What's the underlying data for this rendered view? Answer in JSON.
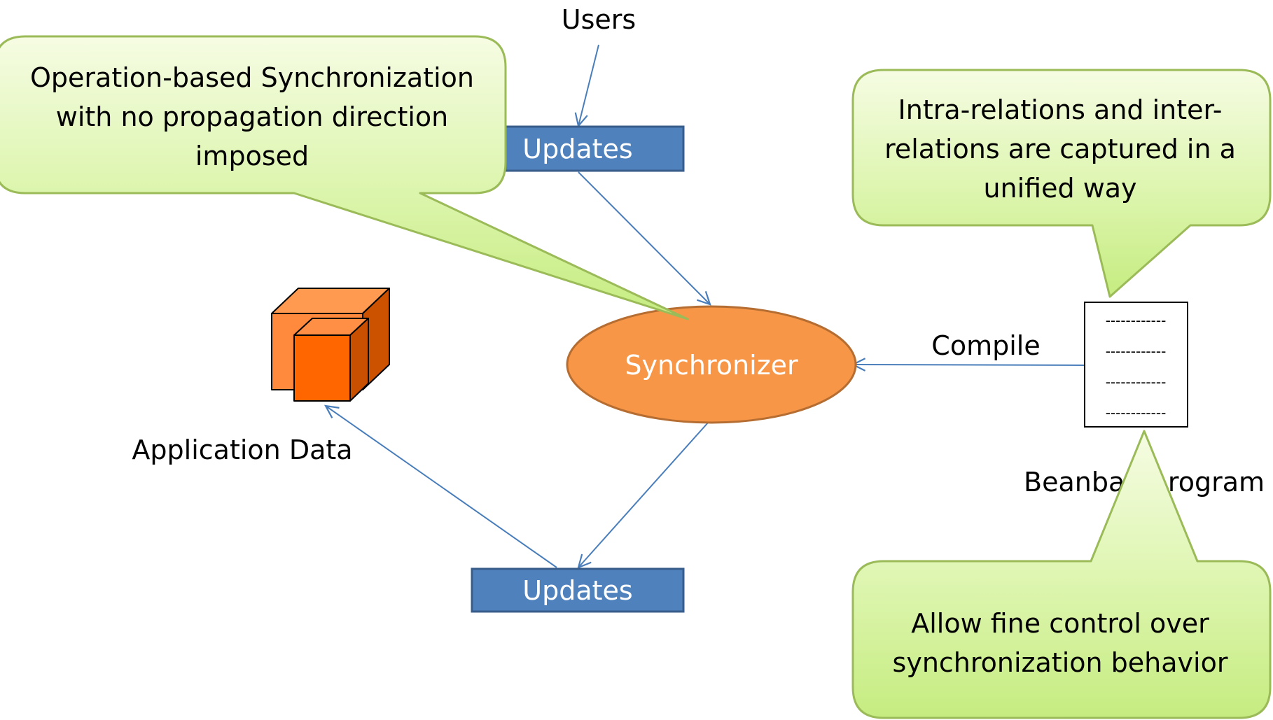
{
  "labels": {
    "users": "Users",
    "updates_top": "Updates",
    "updates_bottom": "Updates",
    "synchronizer": "Synchronizer",
    "compile": "Compile",
    "application_data": "Application Data",
    "beanbag_program_left": "Beanba",
    "beanbag_program_right": "rogram"
  },
  "program_doc_lines": [
    "------------",
    "------------",
    "------------",
    "------------"
  ],
  "callouts": {
    "operation_based": {
      "line1": "Operation-based Synchronization",
      "line2": "with no propagation direction",
      "line3": "imposed"
    },
    "relations": {
      "line1": "Intra-relations and inter-",
      "line2": "relations are captured in a",
      "line3": "unified way"
    },
    "fine_control": {
      "line1": "Allow fine control over",
      "line2": "synchronization behavior"
    }
  },
  "colors": {
    "update_box_fill": "#4f81bd",
    "update_box_stroke": "#385d8a",
    "synchronizer_fill": "#f79646",
    "synchronizer_stroke": "#b66d31",
    "callout_fill_top": "#f4fbdd",
    "callout_fill_bottom": "#c9ef86",
    "callout_stroke": "#9bbb59",
    "arrow": "#4a7ebb",
    "cube_back": "#ff8a3d",
    "cube_front": "#ff6600",
    "cube_side": "#cc5200",
    "text_dark": "#000000",
    "text_light": "#ffffff"
  }
}
